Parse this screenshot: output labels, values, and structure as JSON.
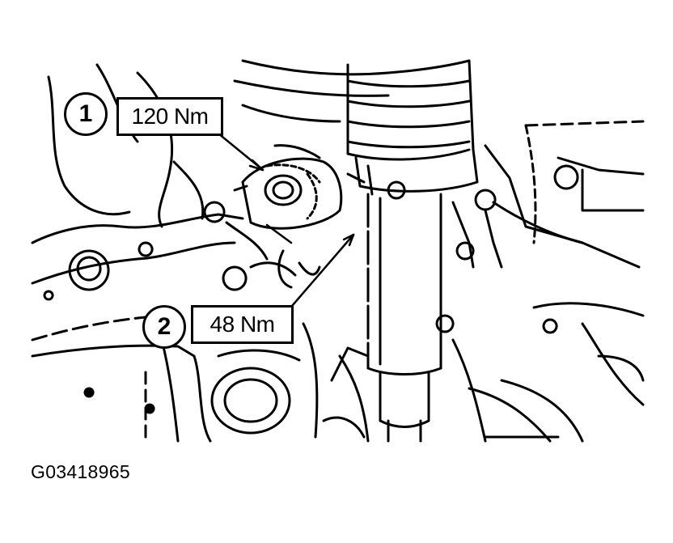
{
  "figure": {
    "callouts": [
      {
        "number": "1",
        "torque": "120 Nm"
      },
      {
        "number": "2",
        "torque": "48 Nm"
      }
    ],
    "code": "G03418965"
  },
  "colors": {
    "line": "#000000",
    "background": "#ffffff"
  }
}
